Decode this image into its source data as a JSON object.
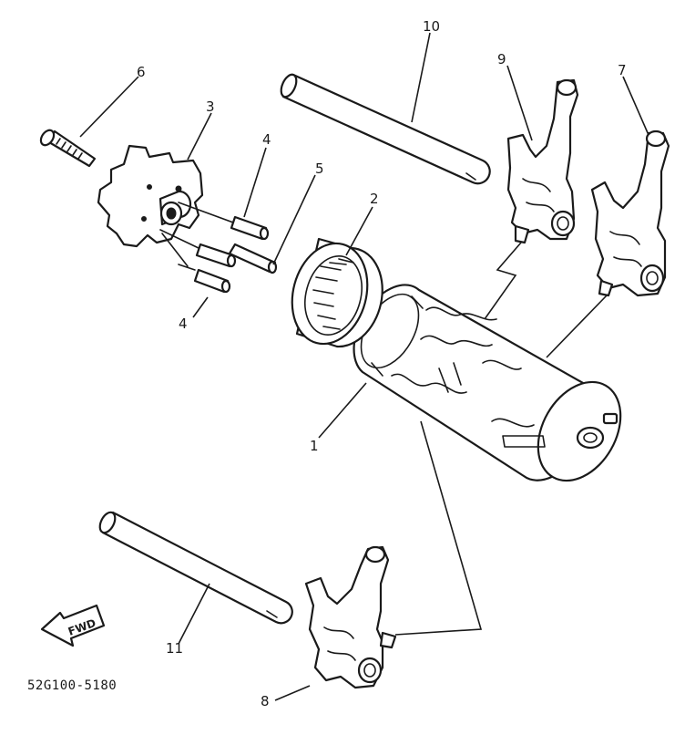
{
  "callouts": {
    "c1": "1",
    "c2": "2",
    "c3": "3",
    "c4a": "4",
    "c4b": "4",
    "c5": "5",
    "c6": "6",
    "c7": "7",
    "c8": "8",
    "c9": "9",
    "c10": "10",
    "c11": "11"
  },
  "fwd_label": "FWD",
  "diagram_code": "52G100-5180"
}
